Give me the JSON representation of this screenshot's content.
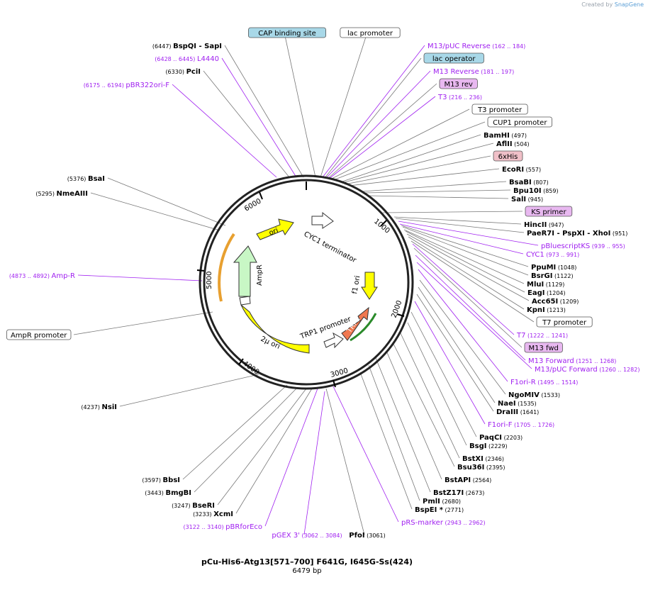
{
  "credit": {
    "prefix": "Created by",
    "brand": "SnapGene"
  },
  "plasmid": {
    "name": "pCu-His6-Atg13[571–700] F641G, I645G-Ss(424)",
    "length_label": "6479 bp"
  },
  "ticks": [
    "1000",
    "2000",
    "3000",
    "4000",
    "5000",
    "6000"
  ],
  "features": {
    "cyc1_term": "CYC1 terminator",
    "f1_ori": "f1 ori",
    "trp1": "TRP1",
    "trp1_prom": "TRP1 promoter",
    "two_mu": "2μ ori",
    "ampr": "AmpR",
    "ori": "ori"
  },
  "colors": {
    "ampr": "#c8f7c5",
    "ori": "#ffff00",
    "trp1": "#f07850",
    "two_mu": "#ffff00",
    "f1": "#ffff00",
    "primer": "#a020f0"
  },
  "labels": [
    {
      "name": "CAP binding site",
      "box": "#a8d8e8"
    },
    {
      "name": "lac promoter",
      "box": "#ffffff"
    },
    {
      "name": "M13/pUC Reverse",
      "range": "(162 .. 184)",
      "kind": "primer"
    },
    {
      "name": "lac operator",
      "box": "#a8d8e8"
    },
    {
      "name": "M13 Reverse",
      "range": "(181 .. 197)",
      "kind": "primer"
    },
    {
      "name": "M13 rev",
      "box": "#e8b8f0"
    },
    {
      "name": "T3",
      "range": "(216 .. 236)",
      "kind": "primer"
    },
    {
      "name": "T3 promoter",
      "box": "#ffffff"
    },
    {
      "name": "CUP1 promoter",
      "box": "#ffffff"
    },
    {
      "name": "BamHI",
      "pos": "(497)"
    },
    {
      "name": "AflII",
      "pos": "(504)"
    },
    {
      "name": "6xHis",
      "box": "#f0c0c8"
    },
    {
      "name": "EcoRI",
      "pos": "(557)"
    },
    {
      "name": "BsaBI",
      "pos": "(807)"
    },
    {
      "name": "Bpu10I",
      "pos": "(859)"
    },
    {
      "name": "SalI",
      "pos": "(945)"
    },
    {
      "name": "KS primer",
      "box": "#e8b8f0"
    },
    {
      "name": "HincII",
      "pos": "(947)"
    },
    {
      "name": "PaeR7I",
      "extra": "- PspXI - XhoI",
      "pos": "(951)"
    },
    {
      "name": "pBluescriptKS",
      "range": "(939 .. 955)",
      "kind": "primer"
    },
    {
      "name": "CYC1",
      "range": "(973 .. 991)",
      "kind": "primer"
    },
    {
      "name": "PpuMI",
      "pos": "(1048)"
    },
    {
      "name": "BsrGI",
      "pos": "(1122)"
    },
    {
      "name": "MluI",
      "pos": "(1129)"
    },
    {
      "name": "EagI",
      "pos": "(1204)"
    },
    {
      "name": "Acc65I",
      "pos": "(1209)"
    },
    {
      "name": "KpnI",
      "pos": "(1213)"
    },
    {
      "name": "T7 promoter",
      "box": "#ffffff"
    },
    {
      "name": "T7",
      "range": "(1222 .. 1241)",
      "kind": "primer"
    },
    {
      "name": "M13 fwd",
      "box": "#e8b8f0"
    },
    {
      "name": "M13 Forward",
      "range": "(1251 .. 1268)",
      "kind": "primer"
    },
    {
      "name": "M13/pUC Forward",
      "range": "(1260 .. 1282)",
      "kind": "primer"
    },
    {
      "name": "F1ori-R",
      "range": "(1495 .. 1514)",
      "kind": "primer"
    },
    {
      "name": "NgoMIV",
      "pos": "(1533)"
    },
    {
      "name": "NaeI",
      "pos": "(1535)"
    },
    {
      "name": "DraIII",
      "pos": "(1641)"
    },
    {
      "name": "F1ori-F",
      "range": "(1705 .. 1726)",
      "kind": "primer"
    },
    {
      "name": "PaqCI",
      "pos": "(2203)"
    },
    {
      "name": "BsgI",
      "pos": "(2229)"
    },
    {
      "name": "BstXI",
      "pos": "(2346)"
    },
    {
      "name": "Bsu36I",
      "pos": "(2395)"
    },
    {
      "name": "BstAPI",
      "pos": "(2564)"
    },
    {
      "name": "BstZ17I",
      "pos": "(2673)"
    },
    {
      "name": "PmlI",
      "pos": "(2680)"
    },
    {
      "name": "BspEI *",
      "pos": "(2771)"
    },
    {
      "name": "pRS-marker",
      "range": "(2943 .. 2962)",
      "kind": "primer"
    },
    {
      "name": "PfoI",
      "pos": "(3061)"
    },
    {
      "name": "pGEX 3'",
      "range": "(3062 .. 3084)",
      "kind": "primer"
    },
    {
      "name": "pBRforEco",
      "range": "(3122 .. 3140)",
      "kind": "primer"
    },
    {
      "name": "XcmI",
      "pos": "(3233)"
    },
    {
      "name": "BseRI",
      "pos": "(3247)"
    },
    {
      "name": "BmgBI",
      "pos": "(3443)"
    },
    {
      "name": "BbsI",
      "pos": "(3597)"
    },
    {
      "name": "NsiI",
      "pos": "(4237)"
    },
    {
      "name": "AmpR promoter",
      "box": "#ffffff"
    },
    {
      "name": "Amp-R",
      "range": "(4873 .. 4892)",
      "kind": "primer"
    },
    {
      "name": "NmeAIII",
      "pos": "(5295)"
    },
    {
      "name": "BsaI",
      "pos": "(5376)"
    },
    {
      "name": "pBR322ori-F",
      "range": "(6175 .. 6194)",
      "kind": "primer"
    },
    {
      "name": "PciI",
      "pos": "(6330)"
    },
    {
      "name": "L4440",
      "range": "(6428 .. 6445)",
      "kind": "primer"
    },
    {
      "name": "BspQI",
      "extra": "- SapI",
      "pos": "(6447)"
    }
  ]
}
